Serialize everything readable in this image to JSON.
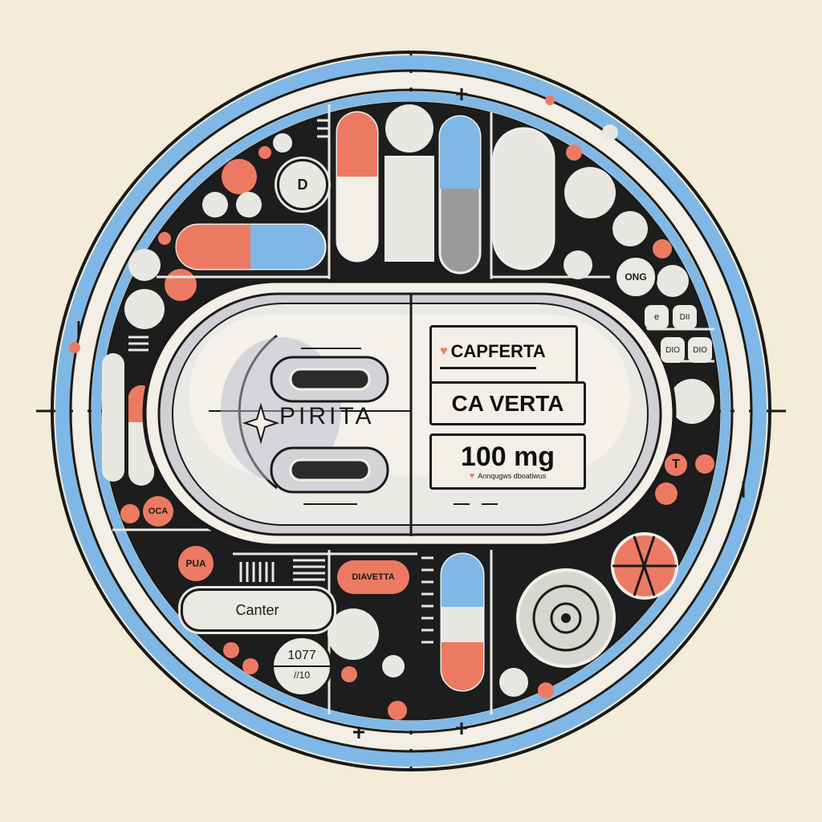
{
  "emblem": {
    "background_color": "#f4ecd9",
    "ring_color": "#7fb8e6",
    "outline_color": "#1a1a1a",
    "accent_color": "#ec7a63",
    "pill_body_color": "#e9e7e2"
  },
  "central_pill": {
    "left_imprint": "PIRITA",
    "label_top": "CAPFERTA",
    "label_brand": "CA VERTA",
    "label_dose": "100 mg",
    "label_fineprint": "Annqugws dboatiwus"
  },
  "small_pills": {
    "d_pill": "D",
    "orange_oca": "OCA",
    "orange_pua": "PUA",
    "capsule_canter": "Canter",
    "round_1077_top": "1077",
    "round_1077_bottom": "//10",
    "orange_diavetta": "DIAVETTA",
    "white_ong": "ONG",
    "white_small_1": "e",
    "white_small_2": "DII",
    "white_small_3": "DIO",
    "white_small_4": "DIO",
    "orange_t": "T"
  }
}
